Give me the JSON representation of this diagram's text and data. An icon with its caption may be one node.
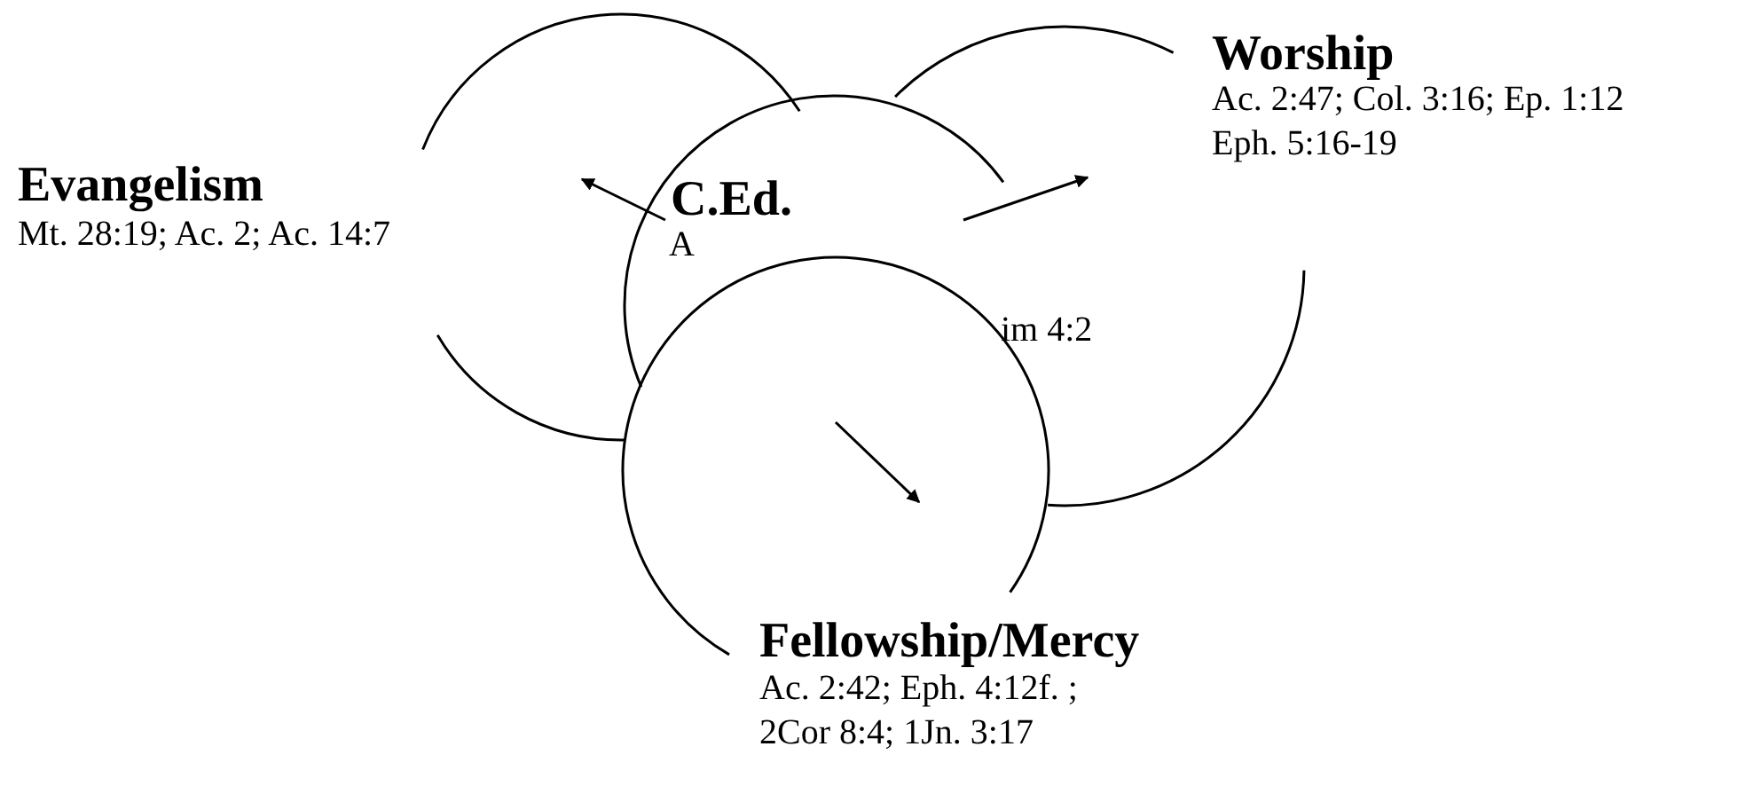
{
  "diagram": {
    "nodes": [
      {
        "text": [
          "Worship",
          "Ac. 2:47; Col. 3:16; Ep. 1:12 Eph. 5:16-19"
        ]
      },
      {
        "text": [
          "Evangelism",
          "Mt. 28:19; Ac. 2; Ac. 14:7"
        ]
      },
      {
        "text": [
          "C.Ed.",
          "A",
          "im 4:2"
        ]
      },
      {
        "text": [
          "Fellowship/Mercy",
          "Ac. 2:42; Eph. 4:12f. ; 2Cor 8:4; 1Jn. 3:17"
        ]
      }
    ],
    "edges": [
      {
        "from": 2,
        "to": 1,
        "arrow": "to"
      },
      {
        "from": 2,
        "to": 0,
        "arrow": "to"
      },
      {
        "from": null,
        "to": 3,
        "arrow": "to"
      }
    ]
  }
}
